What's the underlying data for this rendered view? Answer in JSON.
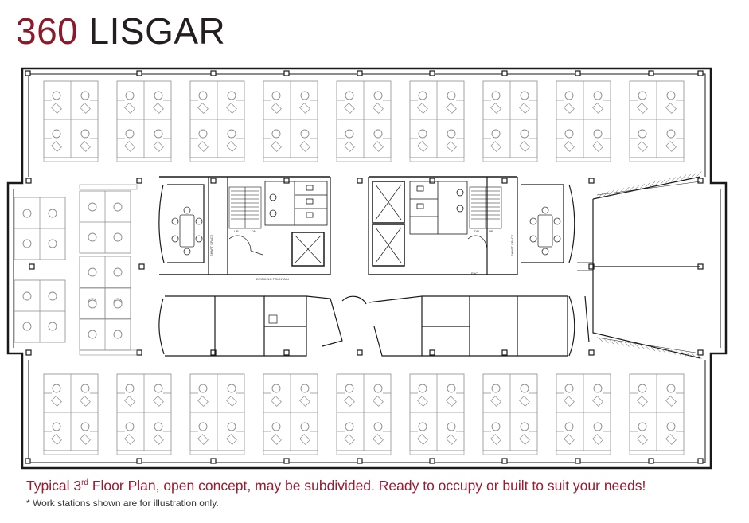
{
  "title": {
    "number": "360",
    "name": "LISGAR"
  },
  "caption": {
    "pre": "Typical 3",
    "sup": "rd",
    "post": " Floor Plan, open concept, may be subdivided. Ready to occupy or built to suit your needs!"
  },
  "note": "* Work stations shown are for illustration only.",
  "plan_labels": {
    "shaft_left": "SHAFT SPACE",
    "shaft_right": "SHAFT SPACE",
    "drinking_fountain": "DRINKING FOUNTAIN",
    "fhc": "FHC",
    "up": "UP",
    "dn": "DN"
  },
  "colors": {
    "brand": "#8b1a2b",
    "caption": "#9b1b30",
    "wall": "#1a1a1a",
    "furniture": "#8c8c8c"
  }
}
